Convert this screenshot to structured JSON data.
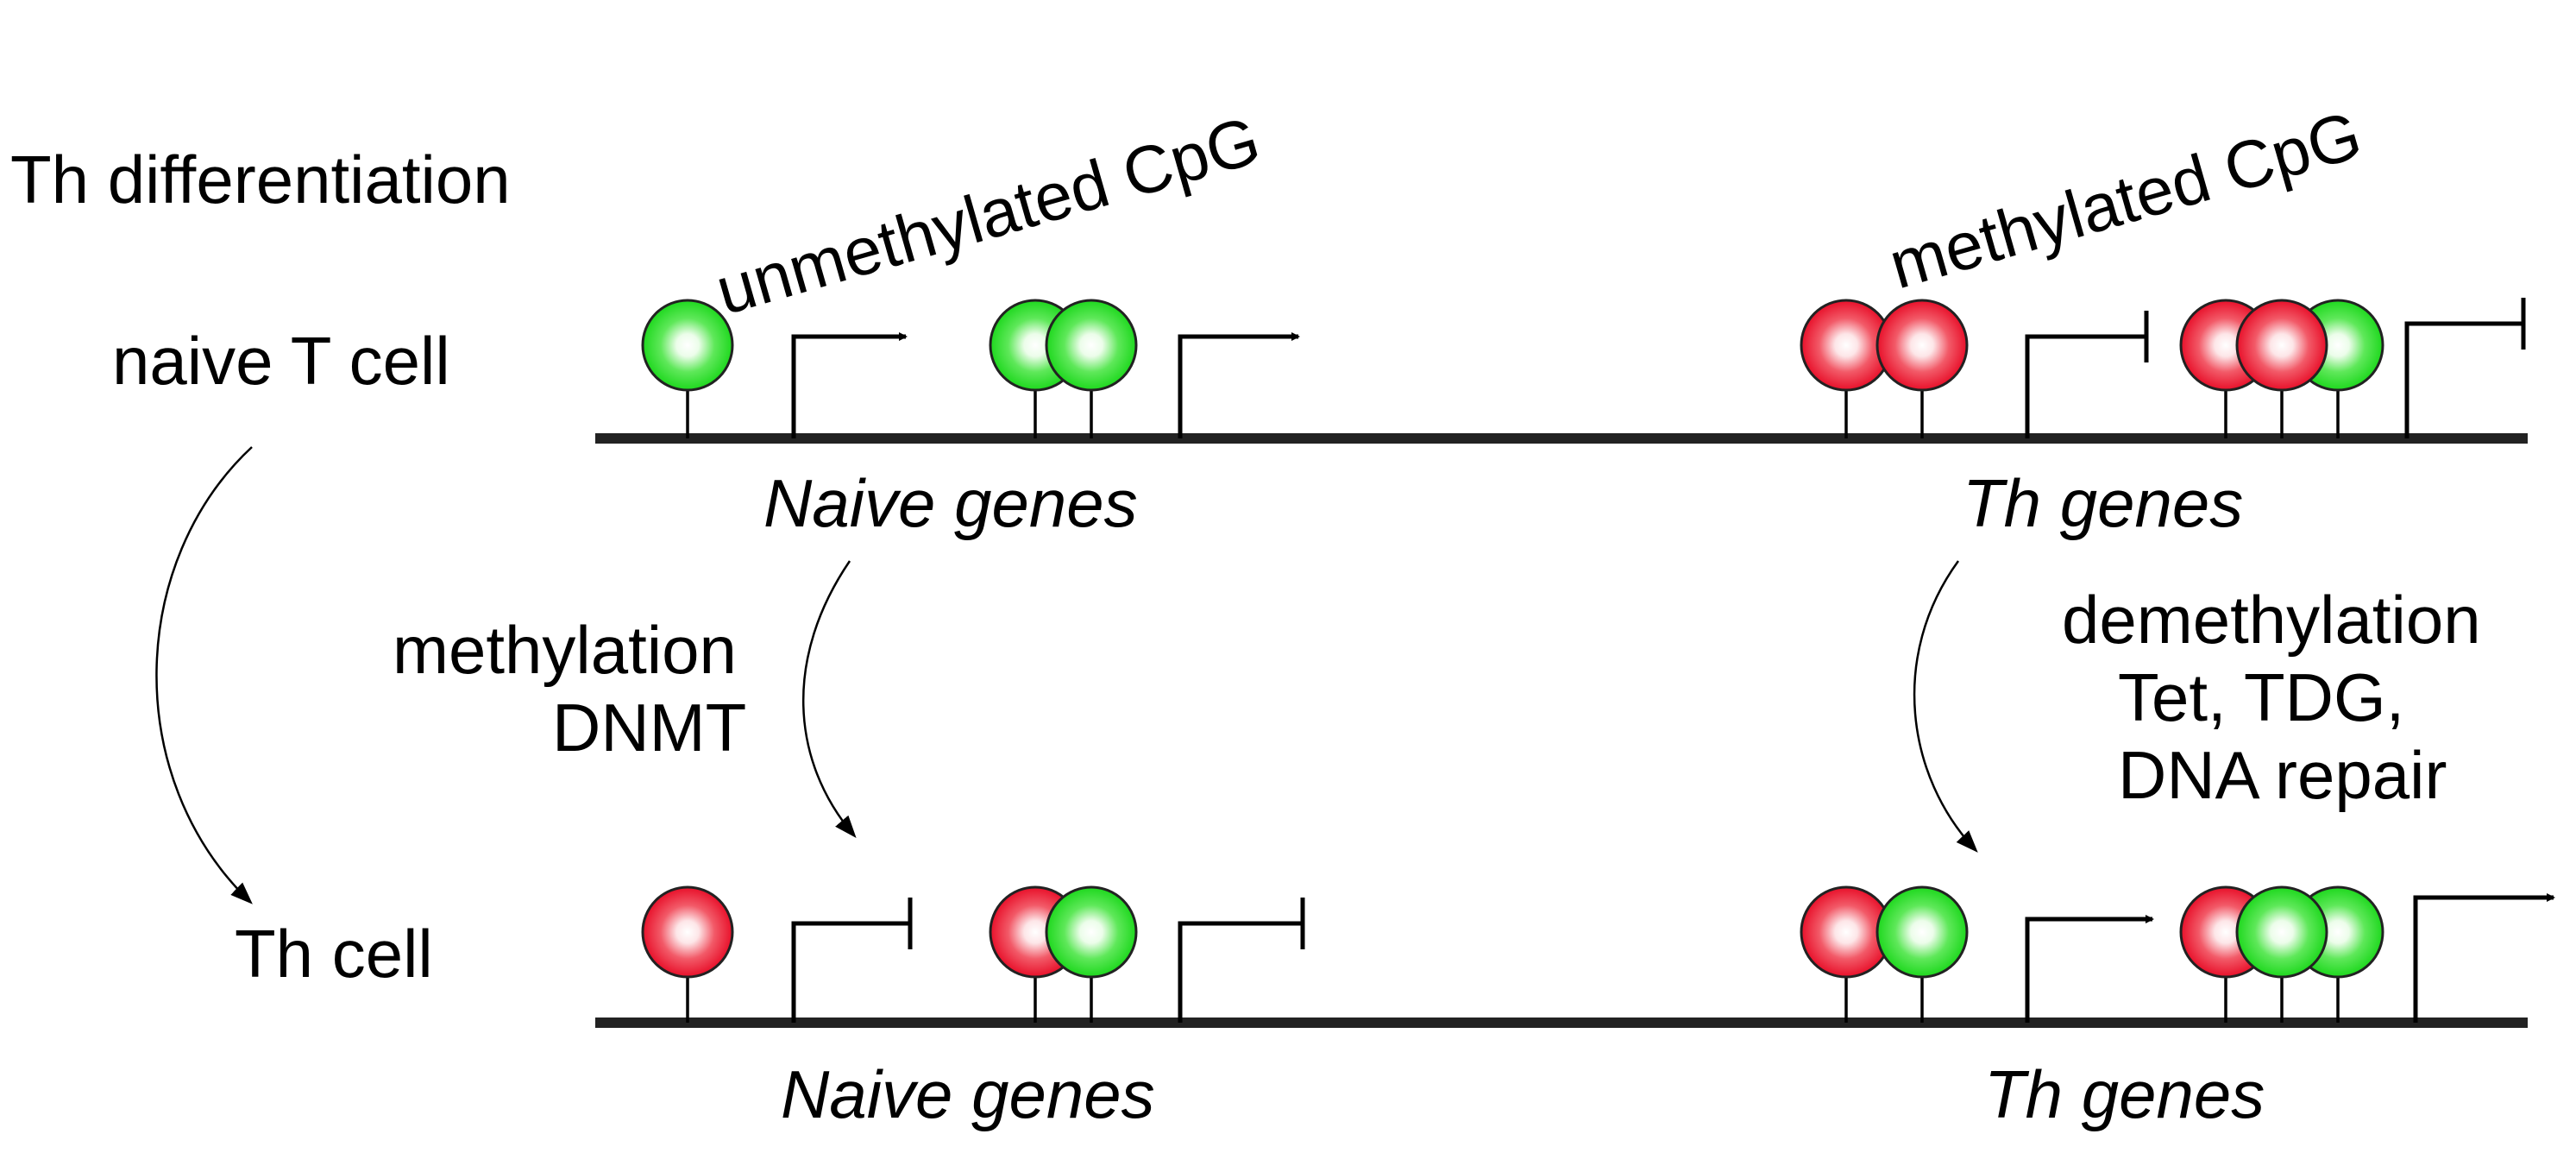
{
  "colors": {
    "unmethylated": "#1ed81e",
    "methylated": "#e8102a",
    "highlight": "#ffffff",
    "line": "#000000"
  },
  "labels": {
    "process_title": "Th differentiation",
    "naive_cell": "naive T cell",
    "th_cell": "Th cell",
    "unmethylated_cpg": "unmethylated CpG",
    "methylated_cpg": "methylated CpG",
    "methylation_line1": "methylation",
    "methylation_line2": "DNMT",
    "demethylation_line1": "demethylation",
    "demethylation_line2": "Tet, TDG,",
    "demethylation_line3": "DNA repair"
  },
  "rows": [
    {
      "state": "naive T cell",
      "loci": [
        {
          "label": "Naive genes",
          "cpg": [
            "unmethylated",
            "unmethylated",
            "unmethylated"
          ],
          "transcription": [
            "active",
            "active"
          ]
        },
        {
          "label": "Th genes",
          "cpg": [
            "methylated",
            "methylated",
            "methylated",
            "methylated",
            "unmethylated"
          ],
          "transcription": [
            "repressed",
            "repressed"
          ]
        }
      ]
    },
    {
      "state": "Th cell",
      "loci": [
        {
          "label": "Naive genes",
          "cpg": [
            "methylated",
            "methylated",
            "unmethylated"
          ],
          "transcription": [
            "repressed",
            "repressed"
          ]
        },
        {
          "label": "Th genes",
          "cpg": [
            "methylated",
            "unmethylated",
            "methylated",
            "unmethylated",
            "unmethylated"
          ],
          "transcription": [
            "active",
            "active"
          ]
        }
      ]
    }
  ]
}
